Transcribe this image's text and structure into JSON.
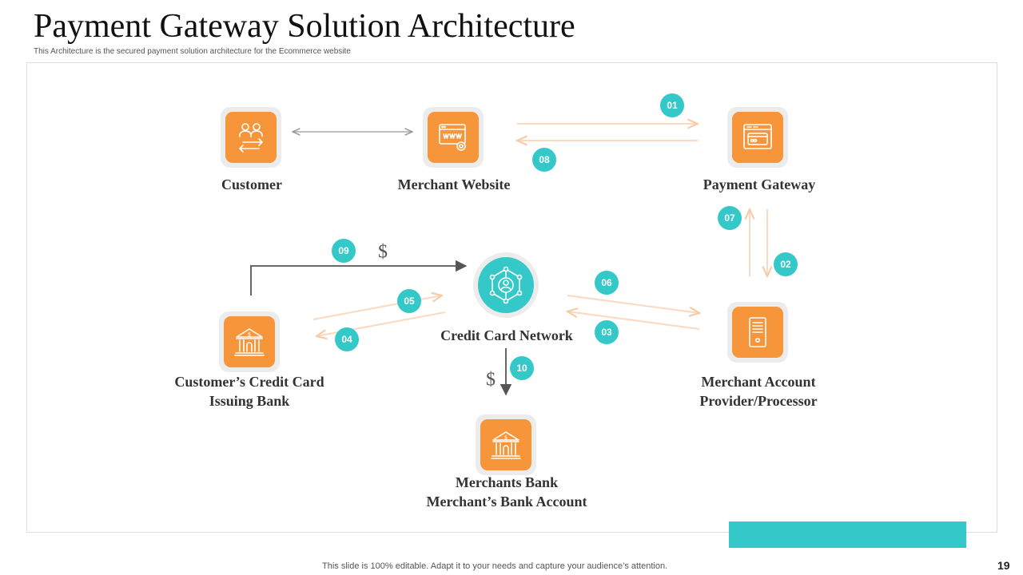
{
  "title": "Payment Gateway Solution Architecture",
  "subtitle": "This Architecture is the secured payment solution architecture for the Ecommerce  website",
  "nodes": {
    "customer": {
      "label": "Customer",
      "icon": "users-exchange-icon"
    },
    "merchant_website": {
      "label": "Merchant Website",
      "icon": "web-settings-icon"
    },
    "payment_gateway": {
      "label": "Payment Gateway",
      "icon": "browser-card-icon"
    },
    "credit_card_network": {
      "label": "Credit Card Network",
      "icon": "network-hub-icon"
    },
    "issuing_bank": {
      "line1": "Customer’s Credit Card",
      "line2": "Issuing Bank",
      "icon": "bank-dollar-icon"
    },
    "merchant_account": {
      "line1": "Merchant Account",
      "line2": "Provider/Processor",
      "icon": "server-icon"
    },
    "merchants_bank": {
      "line1": "Merchants Bank",
      "line2": "Merchant’s Bank Account",
      "icon": "bank-dollar-icon"
    }
  },
  "steps": [
    "01",
    "02",
    "03",
    "04",
    "05",
    "06",
    "07",
    "08",
    "09",
    "10"
  ],
  "currency_symbol": "$",
  "footer": "This slide is 100% editable. Adapt it to your needs and capture your audience’s attention.",
  "page_number": "19",
  "colors": {
    "accent_orange": "#f7953a",
    "accent_teal": "#35c8c9",
    "arrow_light": "#fbd9c0",
    "arrow_dark": "#555555"
  }
}
